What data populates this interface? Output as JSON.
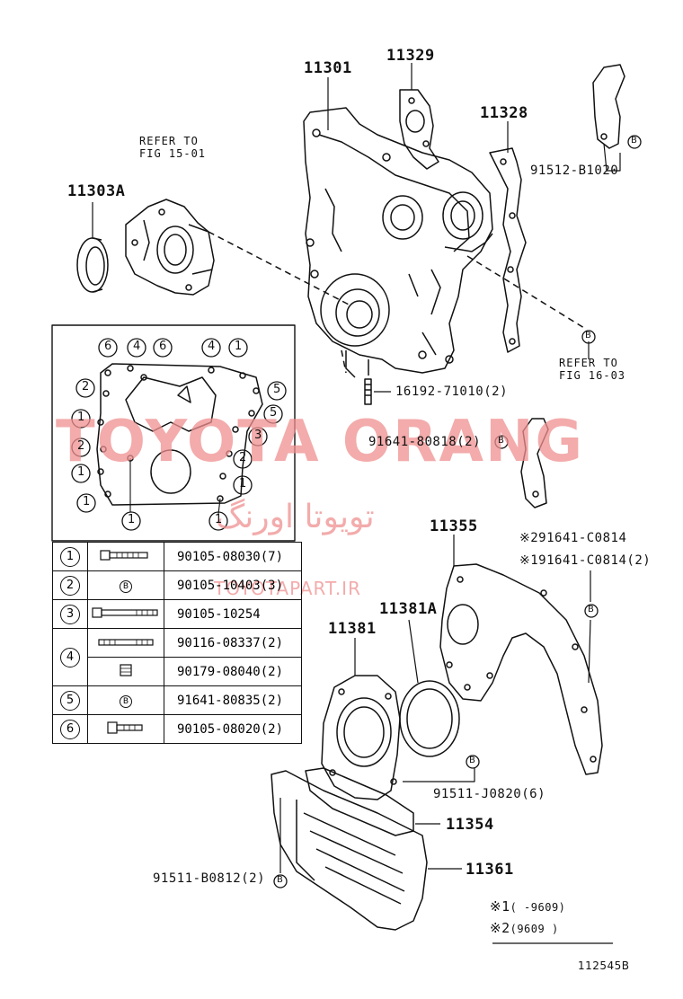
{
  "parts": {
    "p11301": "11301",
    "p11329": "11329",
    "p11328": "11328",
    "p11303A": "11303A",
    "p11355": "11355",
    "p11381A": "11381A",
    "p11381": "11381",
    "p11354": "11354",
    "p11361": "11361",
    "b91512": "91512-B1020",
    "b16192": "16192-71010(2)",
    "b91641_80818": "91641-80818(2)",
    "b91641_C0814_2": "91641-C0814",
    "b91641_C0814_1": "91641-C0814(2)",
    "b91511_J0820": "91511-J0820(6)",
    "b91511_B0812": "91511-B0812(2)"
  },
  "refs": {
    "ref1_line1": "REFER TO",
    "ref1_line2": "FIG 15-01",
    "ref2_line1": "REFER TO",
    "ref2_line2": "FIG 16-03"
  },
  "markers": {
    "star": "※",
    "b": "B",
    "n1": "1",
    "n2": "2",
    "note1_range": "(      -9609)",
    "note2_range": "(9609       )"
  },
  "legend": {
    "rows": [
      {
        "num": "1",
        "part": "90105-08030(7)"
      },
      {
        "num": "2",
        "part": "90105-10403(3)"
      },
      {
        "num": "3",
        "part": "90105-10254"
      },
      {
        "num": "4",
        "part": "90116-08337(2)"
      },
      {
        "num": "",
        "part": "90179-08040(2)"
      },
      {
        "num": "5",
        "part": "91641-80835(2)"
      },
      {
        "num": "6",
        "part": "90105-08020(2)"
      }
    ]
  },
  "inset": {
    "callouts": [
      "6",
      "4",
      "6",
      "4",
      "1",
      "2",
      "5",
      "5",
      "3",
      "1",
      "2",
      "2",
      "1",
      "1",
      "1",
      "1",
      "1",
      "1"
    ]
  },
  "watermark": {
    "main": "TOYOTA ORANG",
    "persian": "تویوتا اورنگ",
    "url": "TOYOTAPART.IR"
  },
  "figure_code": "112545B",
  "colors": {
    "line": "#111111",
    "watermark": "#f08f8f"
  }
}
